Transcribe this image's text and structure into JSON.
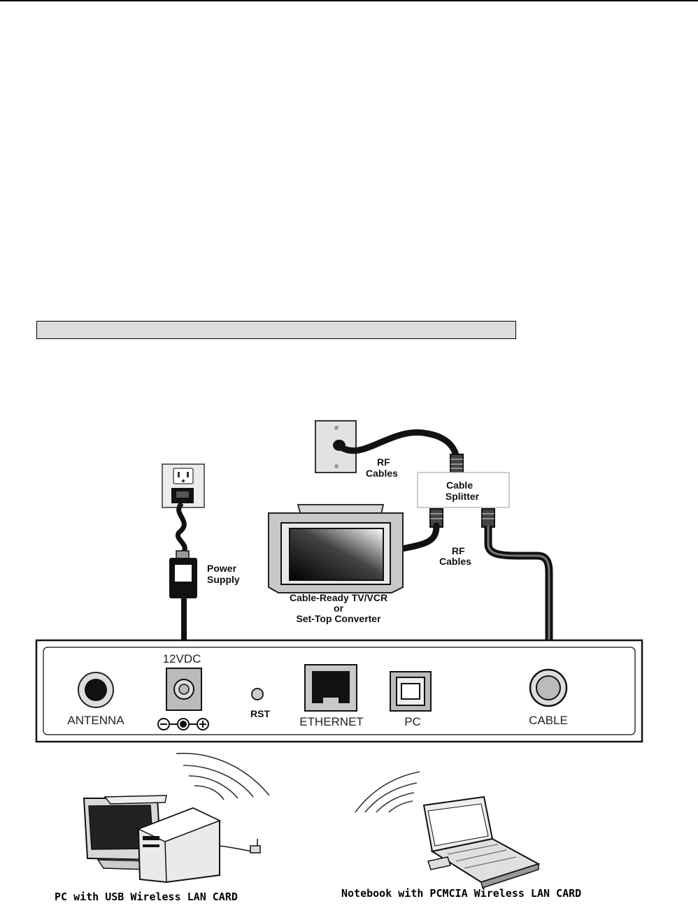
{
  "diagram": {
    "labels": {
      "rf_cables_top": [
        "RF",
        "Cables"
      ],
      "cable_splitter": [
        "Cable",
        "Splitter"
      ],
      "rf_cables_mid": [
        "RF",
        "Cables"
      ],
      "power_supply": [
        "Power",
        "Supply"
      ],
      "tv_vcr": [
        "Cable-Ready TV/VCR",
        "or",
        "Set-Top Converter"
      ]
    },
    "panel": {
      "antenna": "ANTENNA",
      "dc_in": "12VDC",
      "reset": "RST",
      "ethernet": "ETHERNET",
      "pc": "PC",
      "cable": "CABLE"
    },
    "clients": {
      "desktop": "PC with USB Wireless LAN CARD",
      "notebook": "Notebook with PCMCIA Wireless LAN CARD"
    }
  }
}
